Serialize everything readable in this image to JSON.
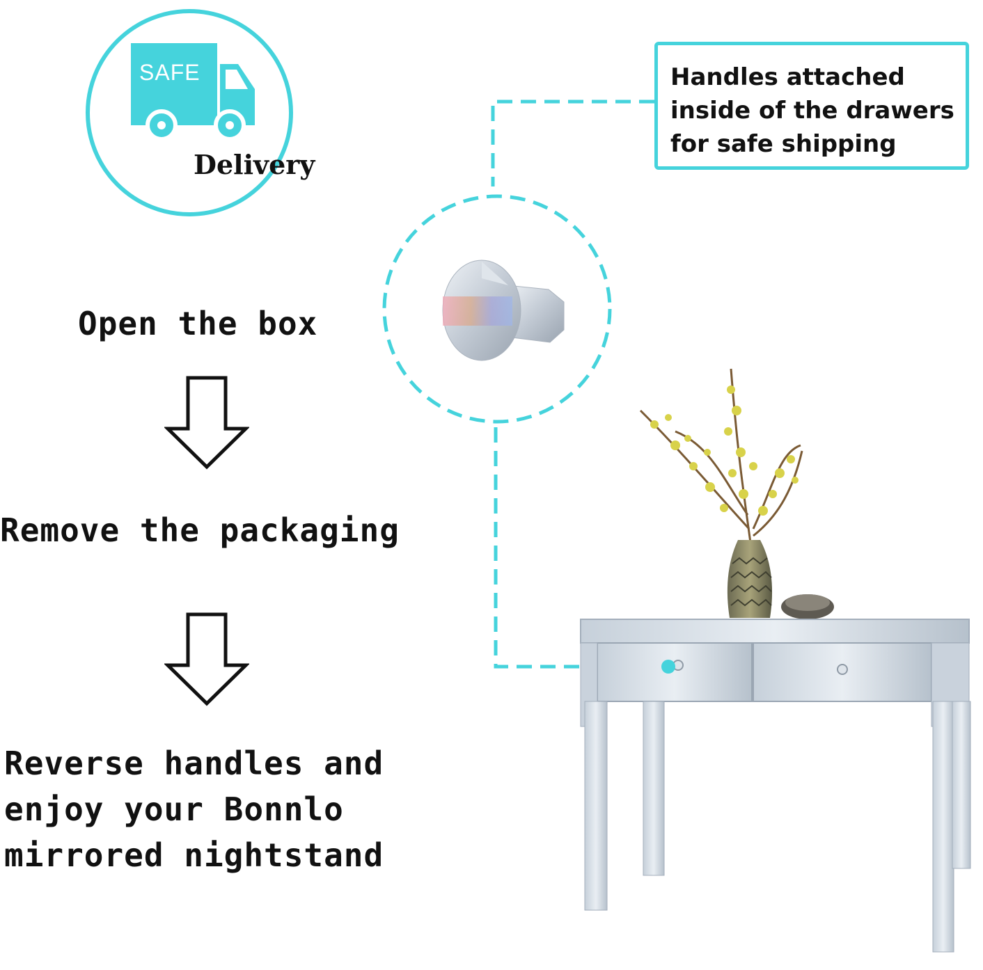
{
  "badge": {
    "safe_label": "SAFE",
    "delivery_label": "Delivery",
    "icon": "delivery-truck-icon",
    "accent_color": "#45d3dc"
  },
  "steps": [
    {
      "lines": [
        "Open the box"
      ]
    },
    {
      "lines": [
        "Remove the packaging"
      ]
    },
    {
      "lines": [
        "Reverse handles and",
        "enjoy your Bonnlo",
        "mirrored nightstand"
      ]
    }
  ],
  "callout": {
    "lines": [
      "Handles attached",
      "inside of the drawers",
      "for safe shipping"
    ],
    "border_color": "#45d3dc"
  },
  "icons": {
    "step_arrow": "down-arrow-icon",
    "handle": "drawer-knob-icon",
    "product": "mirrored-console-table-icon"
  }
}
